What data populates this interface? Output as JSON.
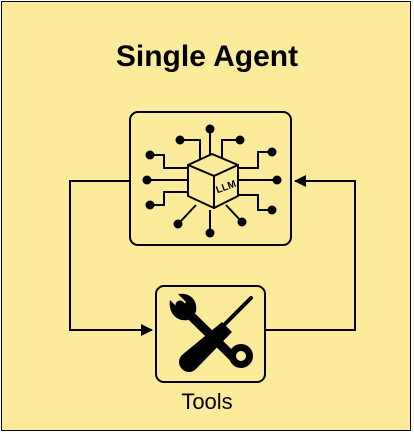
{
  "title": "Single Agent",
  "llm_label": "LLM",
  "tools_label": "Tools",
  "icons": {
    "llm": "neural-chip-icon",
    "tools": "wrench-screwdriver-icon"
  },
  "colors": {
    "background": "#fbeb9a",
    "stroke": "#000000"
  }
}
